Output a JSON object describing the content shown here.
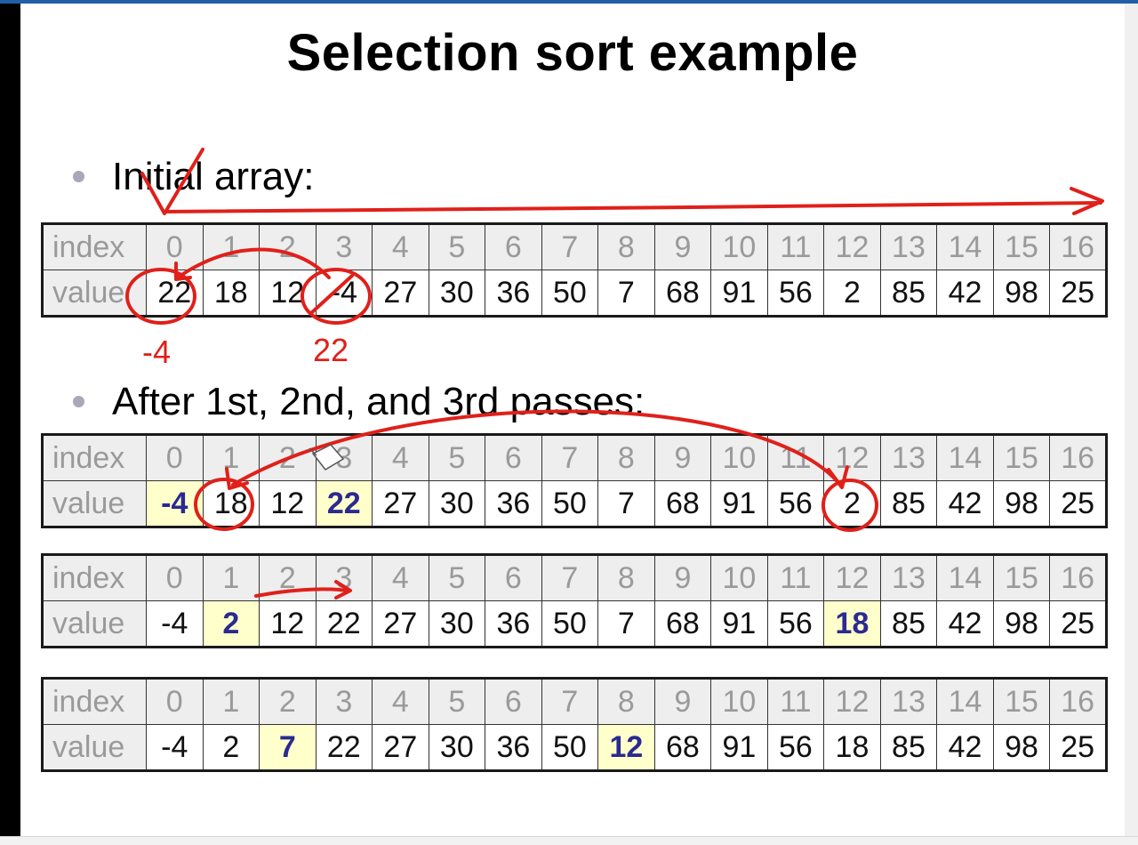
{
  "slide": {
    "title": "Selection sort example",
    "bullet_initial": "Initial array:",
    "bullet_passes": "After 1st, 2nd, and 3rd passes:",
    "index_label": "index",
    "value_label": "value"
  },
  "indices": [
    "0",
    "1",
    "2",
    "3",
    "4",
    "5",
    "6",
    "7",
    "8",
    "9",
    "10",
    "11",
    "12",
    "13",
    "14",
    "15",
    "16"
  ],
  "arrays": [
    {
      "values": [
        "22",
        "18",
        "12",
        "-4",
        "27",
        "30",
        "36",
        "50",
        "7",
        "68",
        "91",
        "56",
        "2",
        "85",
        "42",
        "98",
        "25"
      ],
      "highlight": []
    },
    {
      "values": [
        "-4",
        "18",
        "12",
        "22",
        "27",
        "30",
        "36",
        "50",
        "7",
        "68",
        "91",
        "56",
        "2",
        "85",
        "42",
        "98",
        "25"
      ],
      "highlight": [
        0,
        3
      ]
    },
    {
      "values": [
        "-4",
        "2",
        "12",
        "22",
        "27",
        "30",
        "36",
        "50",
        "7",
        "68",
        "91",
        "56",
        "18",
        "85",
        "42",
        "98",
        "25"
      ],
      "highlight": [
        1,
        12
      ]
    },
    {
      "values": [
        "-4",
        "2",
        "7",
        "22",
        "27",
        "30",
        "36",
        "50",
        "12",
        "68",
        "91",
        "56",
        "18",
        "85",
        "42",
        "98",
        "25"
      ],
      "highlight": [
        2,
        8
      ]
    }
  ],
  "annotations": {
    "note_a": "-4",
    "note_b": "22",
    "ink_color": "#e0201a",
    "highlight_fill": "#ffffcc",
    "highlight_text": "#2a2a90"
  }
}
